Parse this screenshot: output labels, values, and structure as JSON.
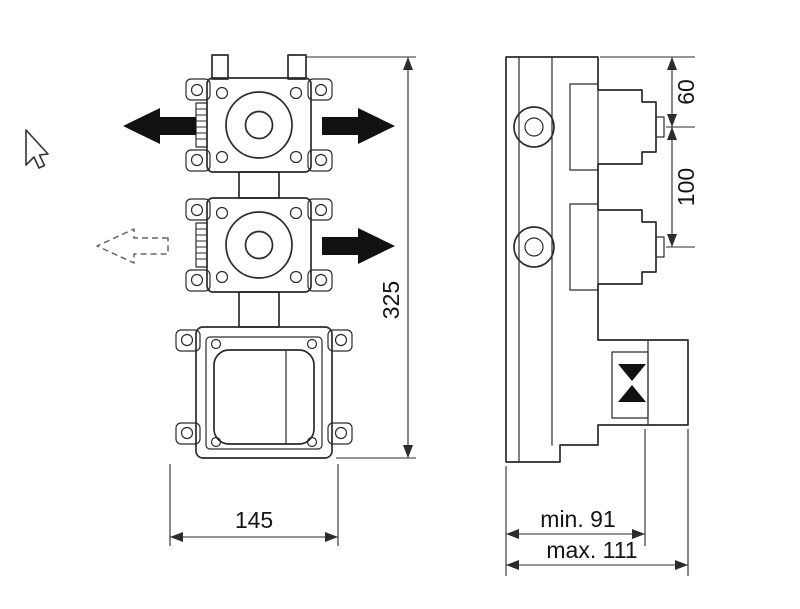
{
  "drawing": {
    "dimensions": {
      "overall_height": "325",
      "overall_width": "145",
      "top_to_first_valve": "60",
      "valve_spacing": "100",
      "depth_min": "min. 91",
      "depth_max": "max. 111"
    },
    "colors": {
      "line": "#2b2b2b",
      "arrow_fill": "#111111",
      "text": "#141414",
      "background": "#ffffff"
    }
  },
  "icons": {
    "cursor": "arrow-pointer",
    "flow_arrows": "block-arrow"
  }
}
